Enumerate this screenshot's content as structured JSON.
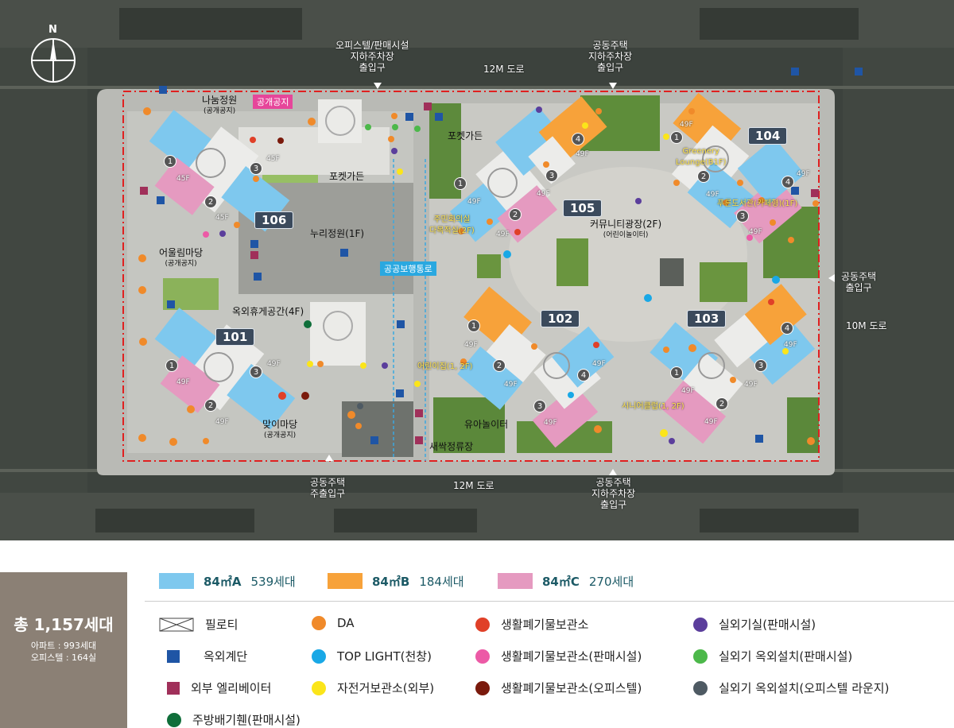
{
  "compass": "N",
  "roads": {
    "top": "12M 도로",
    "bottom": "12M 도로",
    "right": "10M 도로"
  },
  "entrances": {
    "top_left": [
      "오피스텔/판매시설",
      "지하주차장",
      "출입구"
    ],
    "top_right": [
      "공동주택",
      "지하주차장",
      "출입구"
    ],
    "right": [
      "공동주택",
      "출입구"
    ],
    "bottom_left": [
      "공동주택",
      "주출입구"
    ],
    "bottom_right": [
      "공동주택",
      "지하주차장",
      "출입구"
    ]
  },
  "buildings": {
    "b101": "101",
    "b102": "102",
    "b103": "103",
    "b104": "104",
    "b105": "105",
    "b106": "106"
  },
  "places": {
    "nanum": "나눔정원",
    "nanum_sub": "(공개공지)",
    "public_tag": "공개공지",
    "pocket1": "포켓가든",
    "pocket2": "포켓가든",
    "nuri": "누리정원(1F)",
    "public_path": "공공보행통로",
    "eoullim": "어울림마당",
    "eoullim_sub": "(공개공지)",
    "rooftop": "옥외휴게공간(4F)",
    "maji": "맞이마당",
    "maji_sub": "(공개공지)",
    "saessak": "새싹정류장",
    "yua": "유아놀이터",
    "community": "커뮤니티광장(2F)",
    "community_sub": "(어린이놀이터)",
    "jumin1": "주민회의실",
    "jumin2": "다목적실(2F)",
    "daycare": "어린이집(1, 2F)",
    "senior": "시니어클럽(1, 2F)",
    "greenery1": "Greenery",
    "greenery2": "Lounge(B1F)",
    "library": "푸른도서관(카페형)(1F)"
  },
  "floor_labels": {
    "f45": "45F",
    "f49": "49F"
  },
  "cores": [
    "1",
    "2",
    "3",
    "4"
  ],
  "legend": {
    "total": "총 1,157세대",
    "apt": "아파트 : 993세대",
    "officetel": "오피스텔 : 164실",
    "units": [
      {
        "name": "84㎡A",
        "count": "539세대",
        "color": "#7ec8ee"
      },
      {
        "name": "84㎡B",
        "count": "184세대",
        "color": "#f7a23a"
      },
      {
        "name": "84㎡C",
        "count": "270세대",
        "color": "#e59ac0"
      }
    ],
    "items": [
      {
        "label": "필로티",
        "icon": "piloti-icon"
      },
      {
        "label": "옥외계단",
        "icon": "square-icon",
        "color": "#1f55a5"
      },
      {
        "label": "외부 엘리베이터",
        "icon": "square-icon",
        "color": "#a0305a"
      },
      {
        "label": "주방배기휀(판매시설)",
        "icon": "dot-icon",
        "color": "#0f6e3a"
      },
      {
        "label": "DA",
        "icon": "dot-icon",
        "color": "#f08a2a"
      },
      {
        "label": "TOP LIGHT(천창)",
        "icon": "dot-icon",
        "color": "#19a8e6"
      },
      {
        "label": "자전거보관소(외부)",
        "icon": "dot-icon",
        "color": "#fbe51a"
      },
      {
        "label": "생활폐기물보관소",
        "icon": "dot-icon",
        "color": "#e04028"
      },
      {
        "label": "생활폐기물보관소(판매시설)",
        "icon": "dot-icon",
        "color": "#ec5aa6"
      },
      {
        "label": "생활폐기물보관소(오피스텔)",
        "icon": "dot-icon",
        "color": "#7a1a0c"
      },
      {
        "label": "실외기실(판매시설)",
        "icon": "dot-icon",
        "color": "#5b3e9c"
      },
      {
        "label": "실외기 옥외설치(판매시설)",
        "icon": "dot-icon",
        "color": "#4cb84a"
      },
      {
        "label": "실외기 옥외설치(오피스텔 라운지)",
        "icon": "dot-icon",
        "color": "#4e5a63"
      }
    ]
  }
}
